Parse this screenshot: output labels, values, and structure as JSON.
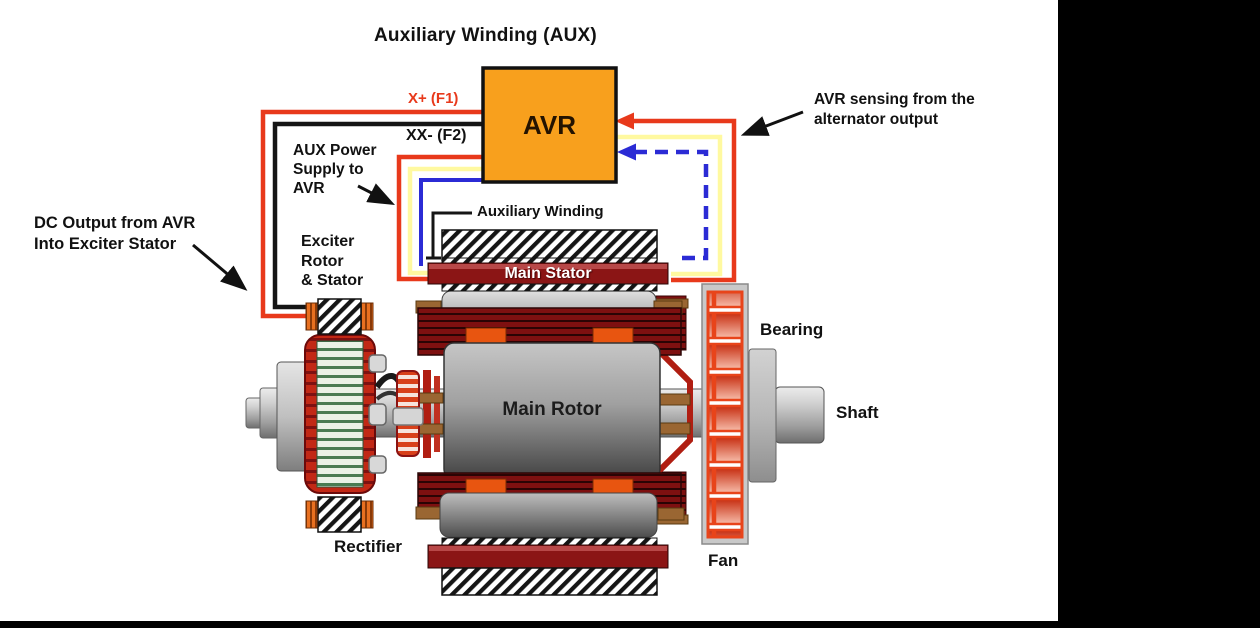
{
  "diagram": {
    "title": "Auxiliary Winding (AUX)",
    "avr_box": "AVR",
    "wires": {
      "x_plus": "X+ (F1)",
      "xx_minus": "XX- (F2)"
    },
    "annotations": {
      "aux_power": [
        "AUX Power",
        "Supply to",
        "AVR"
      ],
      "avr_sensing": [
        "AVR sensing from the",
        "alternator output"
      ],
      "dc_output": [
        "DC Output from AVR",
        "Into Exciter Stator"
      ],
      "exciter": [
        "Exciter",
        "Rotor",
        "& Stator"
      ],
      "aux_winding": "Auxiliary Winding"
    },
    "parts": {
      "main_stator": "Main Stator",
      "main_rotor": "Main Rotor",
      "bearing": "Bearing",
      "shaft": "Shaft",
      "rectifier": "Rectifier",
      "fan": "Fan"
    },
    "colors": {
      "avr_fill": "#F8A01D",
      "wire_red": "#E8391B",
      "wire_black": "#151515",
      "wire_yellow": "#FFF9A0",
      "wire_blue": "#2B2BD5",
      "stator_red": "#8B1515",
      "winding_red": "#7E1010",
      "accent_orange": "#E85510",
      "exciter_green": "#3A6B47",
      "fan_red": "#C62D10"
    }
  }
}
